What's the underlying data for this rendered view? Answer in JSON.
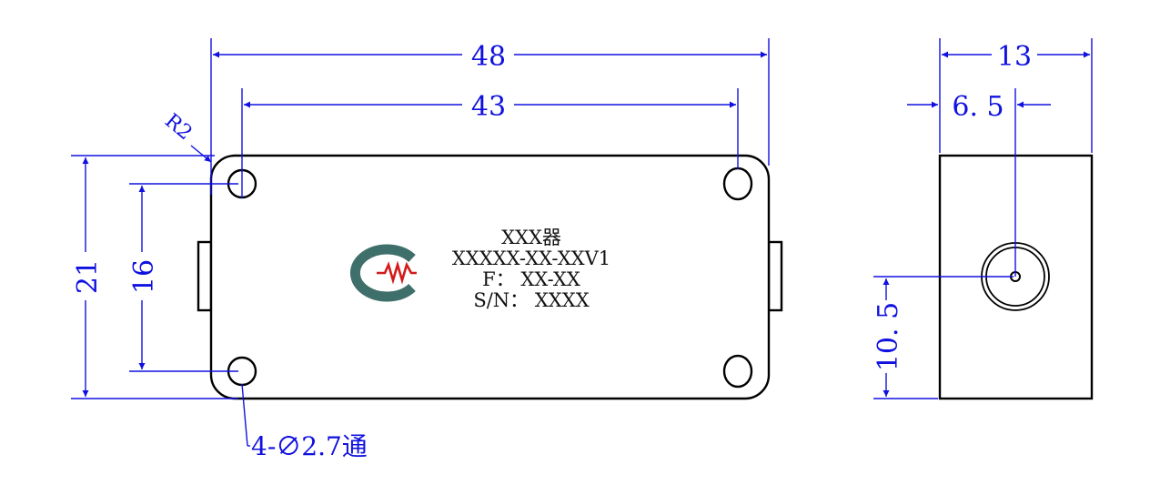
{
  "drawing": {
    "dimensions": {
      "overall_width": "48",
      "hole_spacing_x": "43",
      "overall_height": "21",
      "hole_spacing_y": "16",
      "corner_radius": "R2",
      "holes": "4-∅2.7通",
      "side_depth": "13",
      "side_offset": "6. 5",
      "side_height": "10. 5"
    },
    "label": {
      "line1": "XXX器",
      "line2": "XXXXX-XX-XXV1",
      "line3": "F： XX-XX",
      "line4": "S/N： XXXX"
    },
    "colors": {
      "outline": "#000000",
      "dimension": "#1010e0",
      "logo_arc": "#3f6f6a",
      "logo_wave": "#d41a1a"
    },
    "icons": [
      "company-logo-icon"
    ]
  }
}
